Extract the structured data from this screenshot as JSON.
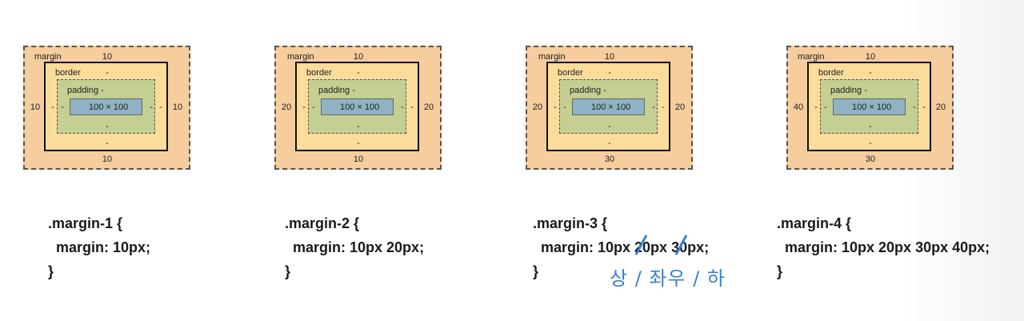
{
  "diagrams": [
    {
      "margin_label": "margin",
      "border_label": "border",
      "padding_label": "padding -",
      "content": "100 × 100",
      "margin": {
        "top": "10",
        "right": "10",
        "bottom": "10",
        "left": "10"
      },
      "border_dash": "-",
      "padding_dash": "-"
    },
    {
      "margin_label": "margin",
      "border_label": "border",
      "padding_label": "padding -",
      "content": "100 × 100",
      "margin": {
        "top": "10",
        "right": "20",
        "bottom": "10",
        "left": "20"
      },
      "border_dash": "-",
      "padding_dash": "-"
    },
    {
      "margin_label": "margin",
      "border_label": "border",
      "padding_label": "padding -",
      "content": "100 × 100",
      "margin": {
        "top": "10",
        "right": "20",
        "bottom": "30",
        "left": "20"
      },
      "border_dash": "-",
      "padding_dash": "-"
    },
    {
      "margin_label": "margin",
      "border_label": "border",
      "padding_label": "padding -",
      "content": "100 × 100",
      "margin": {
        "top": "10",
        "right": "20",
        "bottom": "30",
        "left": "40"
      },
      "border_dash": "-",
      "padding_dash": "-"
    }
  ],
  "code": [
    {
      "selector": ".margin-1 {",
      "rule": "  margin: 10px;",
      "close": "}"
    },
    {
      "selector": ".margin-2 {",
      "rule": "  margin: 10px 20px;",
      "close": "}"
    },
    {
      "selector": ".margin-3 {",
      "rule": "  margin: 10px 20px 30px;",
      "close": "}"
    },
    {
      "selector": ".margin-4 {",
      "rule": "  margin: 10px 20px 30px 40px;",
      "close": "}"
    }
  ],
  "annotation": {
    "text": "상 / 좌우 / 하",
    "color": "#3a7fd0"
  },
  "colors": {
    "margin": "#f6cd9d",
    "border": "#fbdc9a",
    "padding": "#c6cf92",
    "content": "#8fb3c4"
  }
}
